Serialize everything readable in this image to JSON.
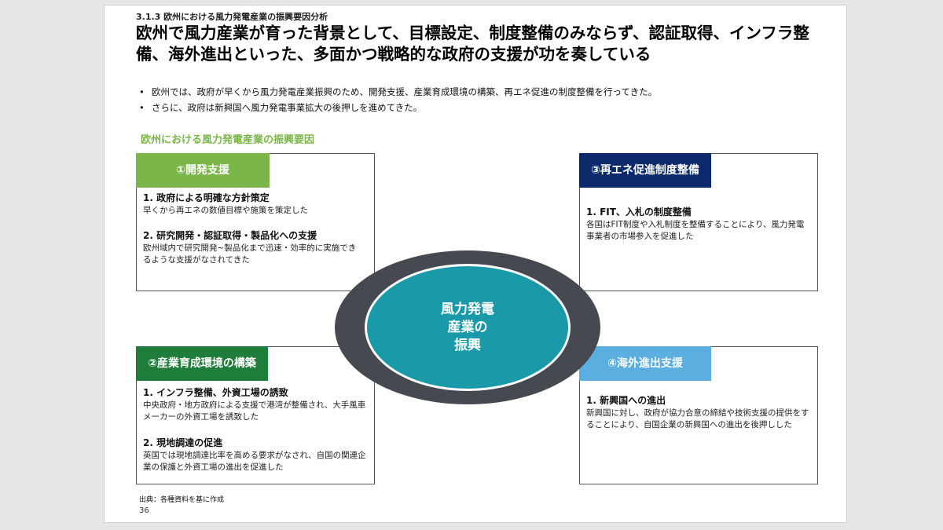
{
  "slide": {
    "section": "3.1.3 欧州における風力発電産業の振興要因分析",
    "headline": "欧州で風力産業が育った背景として、目標設定、制度整備のみならず、認証取得、インフラ整備、海外進出といった、多面かつ戦略的な政府の支援が功を奏している",
    "bullets": [
      "欧州では、政府が早くから風力発電産業振興のため、開発支援、産業育成環境の構築、再エネ促進の制度整備を行ってきた。",
      "さらに、政府は新興国へ風力発電事業拡大の後押しを進めてきた。"
    ],
    "figure_title": "欧州における風力発電産業の振興要因",
    "center_label": "風力発電\n産業の\n振興",
    "boxes": {
      "dev": {
        "tab": "①開発支援",
        "items": [
          {
            "h": "1. 政府による明確な方針策定",
            "d": "早くから再エネの数値目標や施策を策定した"
          },
          {
            "h": "2. 研究開発・認証取得・製品化への支援",
            "d": "欧州域内で研究開発~製品化まで迅速・効率的に実施できるような支援がなされてきた"
          }
        ]
      },
      "policy": {
        "tab": "③再エネ促進制度整備",
        "items": [
          {
            "h": "1. FIT、入札の制度整備",
            "d": "各国はFIT制度や入札制度を整備することにより、風力発電事業者の市場参入を促進した"
          }
        ]
      },
      "industry": {
        "tab": "②産業育成環境の構築",
        "items": [
          {
            "h": "1. インフラ整備、外資工場の誘致",
            "d": "中央政府・地方政府による支援で港湾が整備され、大手風車メーカーの外資工場を誘致した"
          },
          {
            "h": "2. 現地調達の促進",
            "d": "英国では現地調達比率を高める要求がなされ、自国の関連企業の保護と外資工場の進出を促進した"
          }
        ]
      },
      "overseas": {
        "tab": "④海外進出支援",
        "items": [
          {
            "h": "1. 新興国への進出",
            "d": "新興国に対し、政府が協力合意の締結や技術支援の提供をすることにより、自国企業の新興国への進出を後押しした"
          }
        ]
      }
    },
    "source": "出典：各種資料を基に作成",
    "page_number": "36",
    "colors": {
      "dev_tab": "#7ab648",
      "policy_tab": "#0c2a6b",
      "industry_tab": "#1e7d3a",
      "overseas_tab": "#5aaee0",
      "center": "#1a9aa8",
      "ring": "#464a50",
      "figure_title": "#7ab648"
    }
  }
}
